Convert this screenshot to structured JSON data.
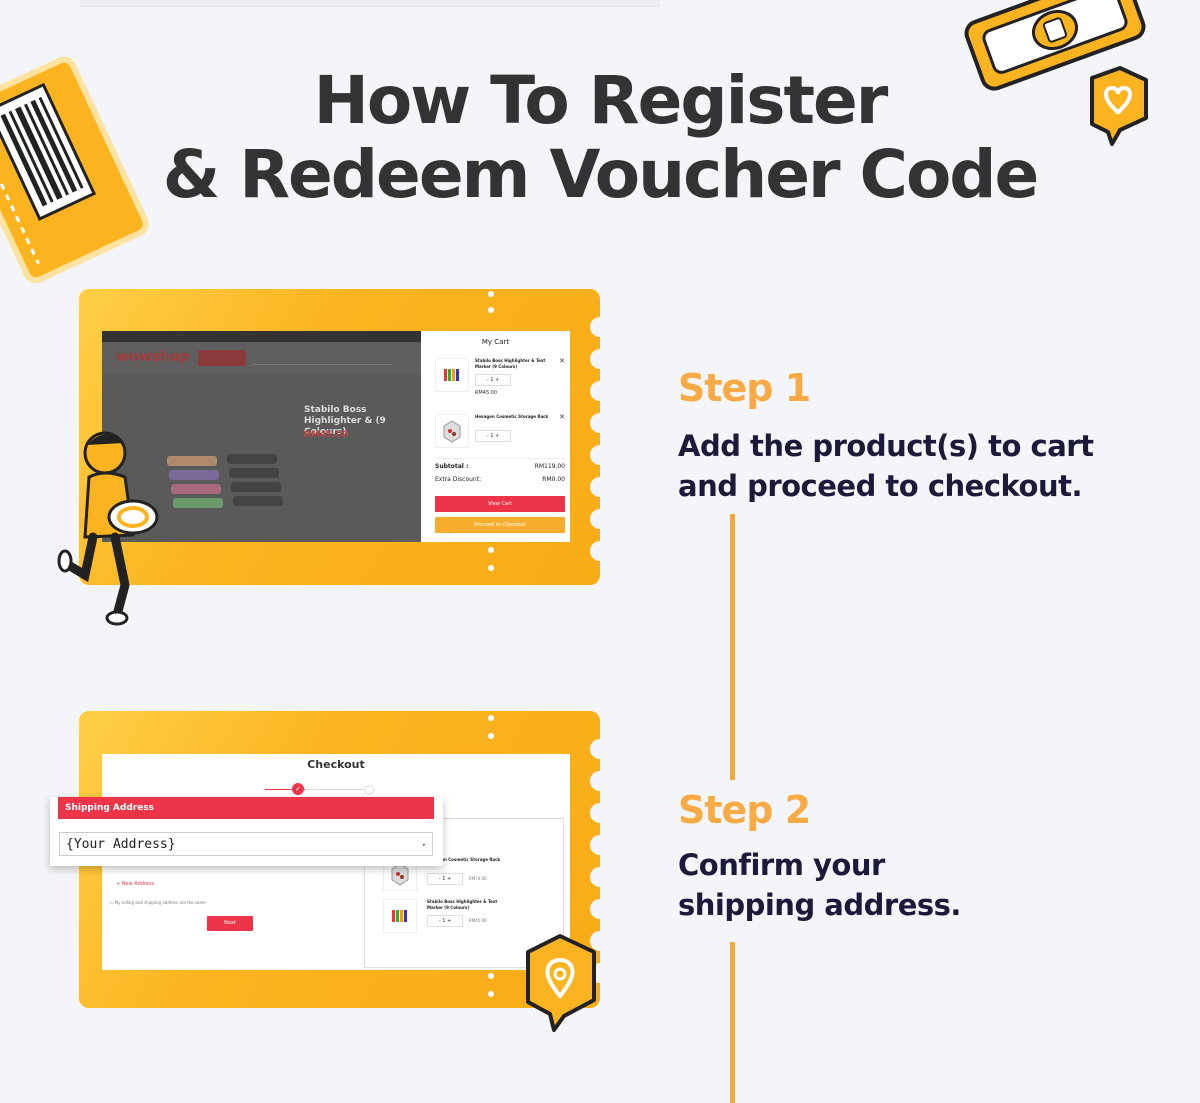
{
  "title": {
    "line1": "How To Register",
    "line2": "& Redeem Voucher Code"
  },
  "colors": {
    "accent_orange": "#f8ab45",
    "ticket_yellow": "#fbb41f",
    "dark_text": "#1c1a3b",
    "brand_red": "#ee3448"
  },
  "steps": [
    {
      "label": "Step 1",
      "description_line1": "Add the product(s) to cart",
      "description_line2": "and proceed to checkout."
    },
    {
      "label": "Step 2",
      "description_line1": "Confirm your",
      "description_line2": "shipping address."
    }
  ],
  "screenshot1": {
    "shop_logo": "wowshop",
    "product_title": "Stabilo Boss Highlighter & (9 Colours)",
    "product_price": "RM45.00",
    "cart": {
      "title": "My Cart",
      "items": [
        {
          "name": "Stabilo Boss Highlighter & Text Marker (9 Colours)",
          "qty": "1",
          "price": "RM45.00"
        },
        {
          "name": "Hexagon Cosmetic Storage Rack",
          "qty": "1",
          "price": ""
        }
      ],
      "subtotal_label": "Subtotal :",
      "subtotal_value": "RM119.00",
      "discount_label": "Extra Discount:",
      "discount_value": "RM0.00",
      "view_cart_label": "View Cart",
      "checkout_label": "Proceed to Checkout"
    }
  },
  "screenshot2": {
    "title": "Checkout",
    "shipping_header": "Shipping Address",
    "address_value": "{Your Address}",
    "new_address": "+ New Address",
    "same_address_label": "My billing and shipping address are the same",
    "next_label": "Next",
    "items": [
      {
        "name": "Hexagon Cosmetic Storage Rack",
        "qty": "1",
        "price": "RM74.00"
      },
      {
        "name": "Stabilo Boss Highlighter & Text Marker (9 Colours)",
        "qty": "1",
        "price": "RM45.00"
      }
    ]
  }
}
